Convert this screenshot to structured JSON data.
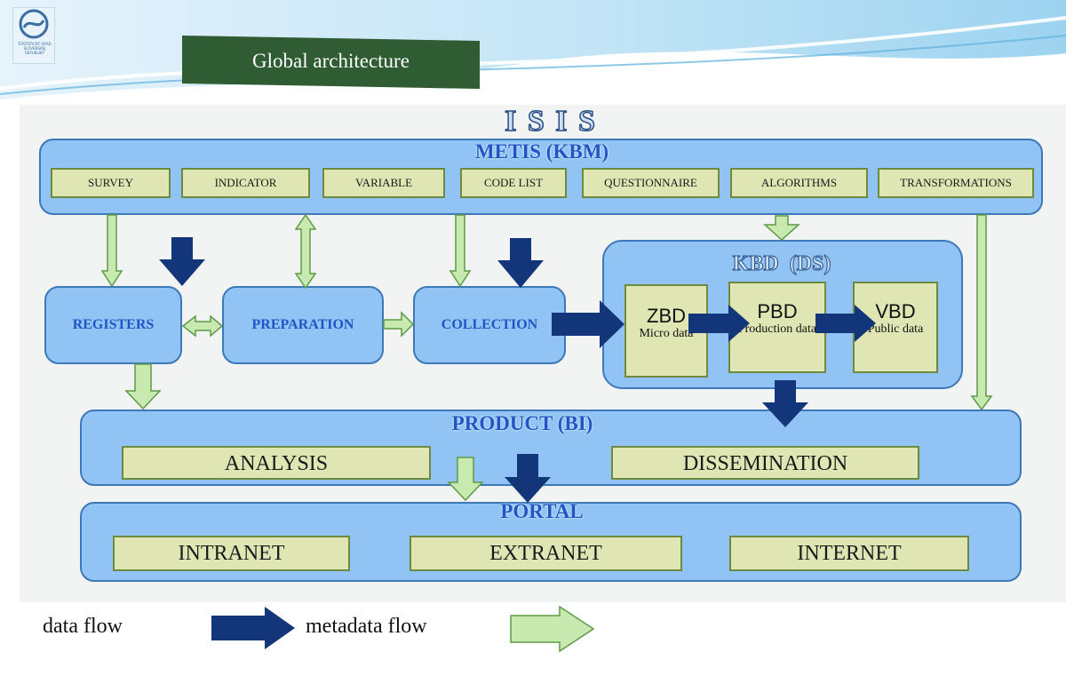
{
  "header": {
    "logo_text": "ŠTATISTICKÝ ÚRAD SLOVENSKEJ REPUBLIKY",
    "title": "Global architecture"
  },
  "diagram": {
    "title": "I S I S",
    "metis": {
      "label": "METIS (KBM)",
      "items": [
        "SURVEY",
        "INDICATOR",
        "VARIABLE",
        "CODE LIST",
        "QUESTIONNAIRE",
        "ALGORITHMS",
        "TRANSFORMATIONS"
      ]
    },
    "registers": "REGISTERS",
    "preparation": "PREPARATION",
    "collection": "COLLECTION",
    "kbd": {
      "label": "KBD  (DS)",
      "zbd": {
        "code": "ZBD",
        "desc": "Micro data"
      },
      "pbd": {
        "code": "PBD",
        "desc": "Production data"
      },
      "vbd": {
        "code": "VBD",
        "desc": "Public data"
      }
    },
    "product": {
      "label": "PRODUCT (BI)",
      "items": [
        "ANALYSIS",
        "DISSEMINATION"
      ]
    },
    "portal": {
      "label": "PORTAL",
      "items": [
        "INTRANET",
        "EXTRANET",
        "INTERNET"
      ]
    }
  },
  "legend": {
    "data_flow": "data flow",
    "metadata_flow": "metadata flow"
  },
  "colors": {
    "data_arrow": "#13357a",
    "metadata_arrow": "#c8eab0",
    "box_fill": "#91c4f4",
    "item_fill": "#dfe6b4",
    "title_banner": "#2f5c32"
  }
}
